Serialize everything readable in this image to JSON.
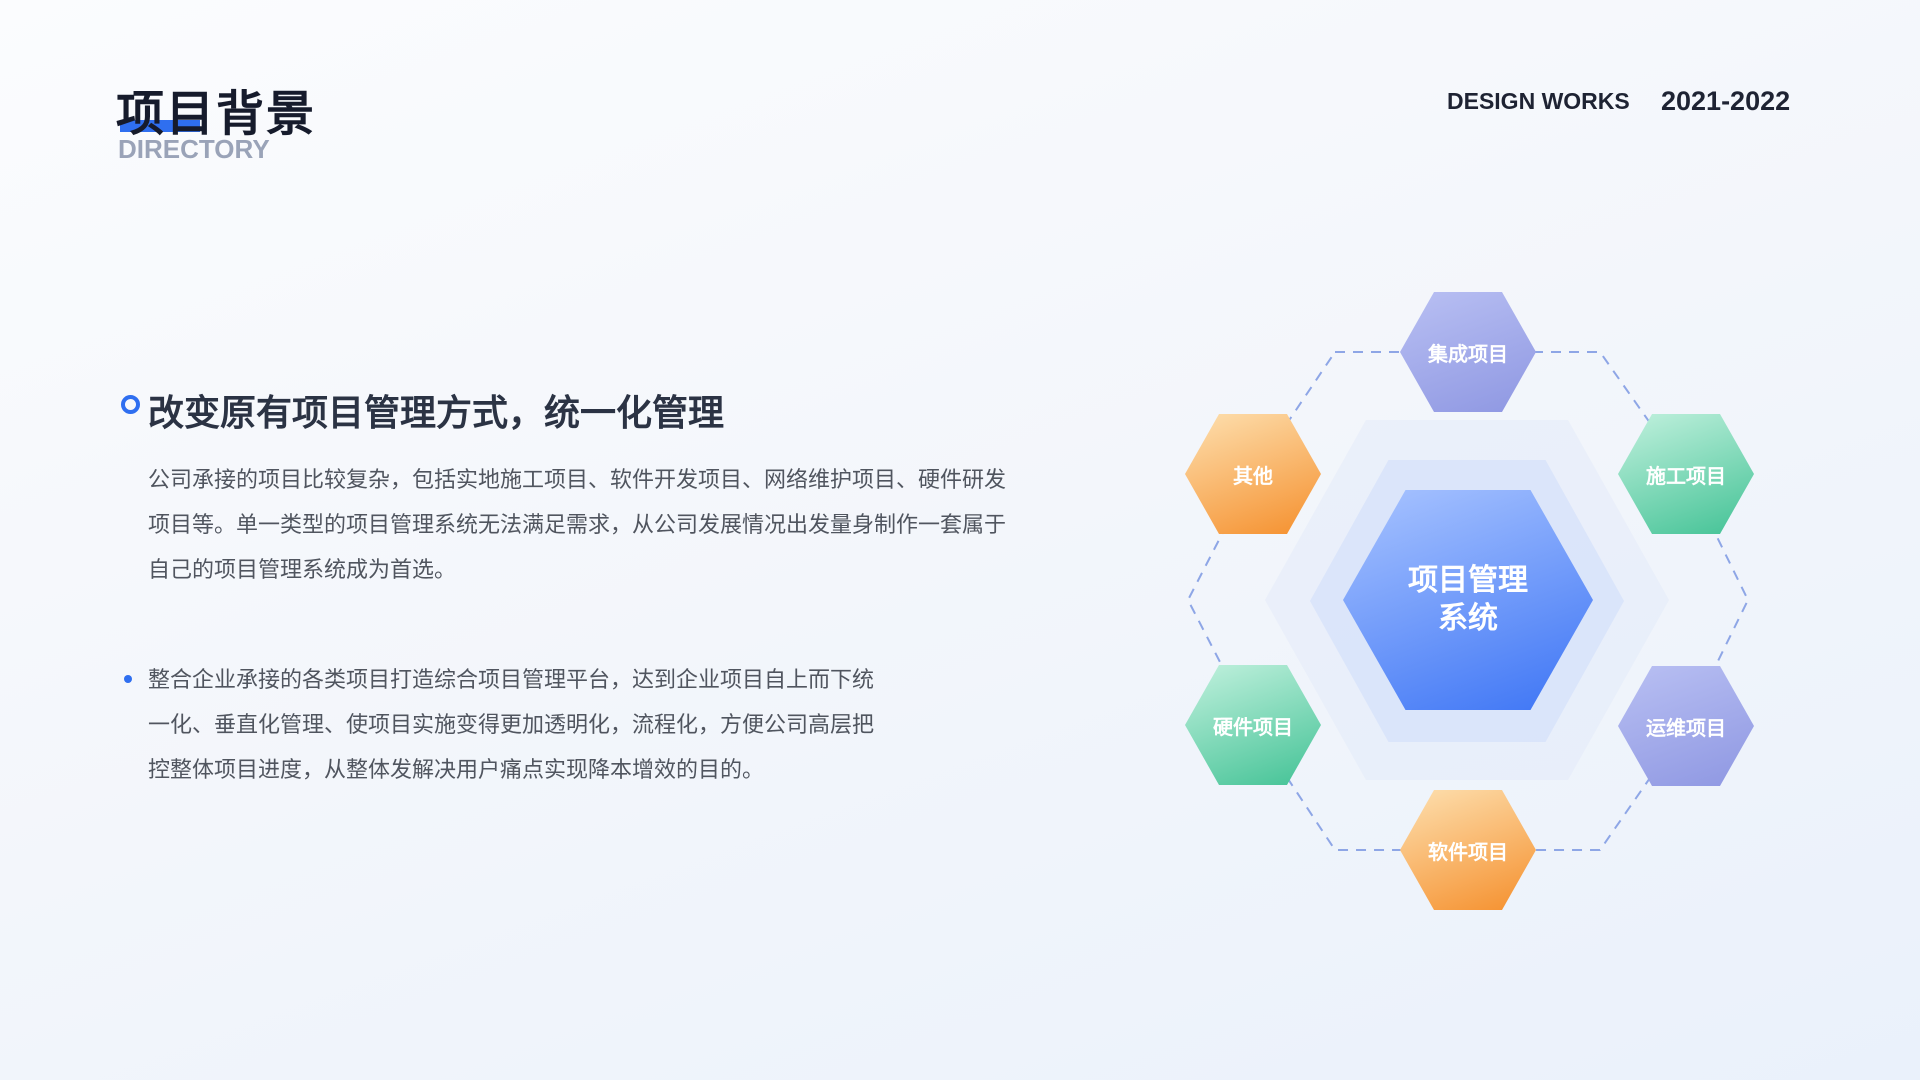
{
  "header": {
    "title": "项目背景",
    "subtitle": "DIRECTORY",
    "brand": "DESIGN WORKS",
    "years": "2021-2022"
  },
  "content": {
    "heading": "改变原有项目管理方式，统一化管理",
    "paragraph1": "公司承接的项目比较复杂，包括实地施工项目、软件开发项目、网络维护项目、硬件研发项目等。单一类型的项目管理系统无法满足需求，从公司发展情况出发量身制作一套属于自己的项目管理系统成为首选。",
    "paragraph2": "整合企业承接的各类项目打造综合项目管理平台，达到企业项目自上而下统一化、垂直化管理、使项目实施变得更加透明化，流程化，方便公司高层把控整体项目进度，从整体发解决用户痛点实现降本增效的目的。"
  },
  "diagram": {
    "center": {
      "line1": "项目管理",
      "line2": "系统"
    },
    "nodes": [
      "集成项目",
      "施工项目",
      "运维项目",
      "软件项目",
      "硬件项目",
      "其他"
    ]
  },
  "colors": {
    "accent": "#2f6ff0",
    "purple": "#9aa2e8",
    "green": "#5ccfa4",
    "orange": "#f7a648"
  }
}
